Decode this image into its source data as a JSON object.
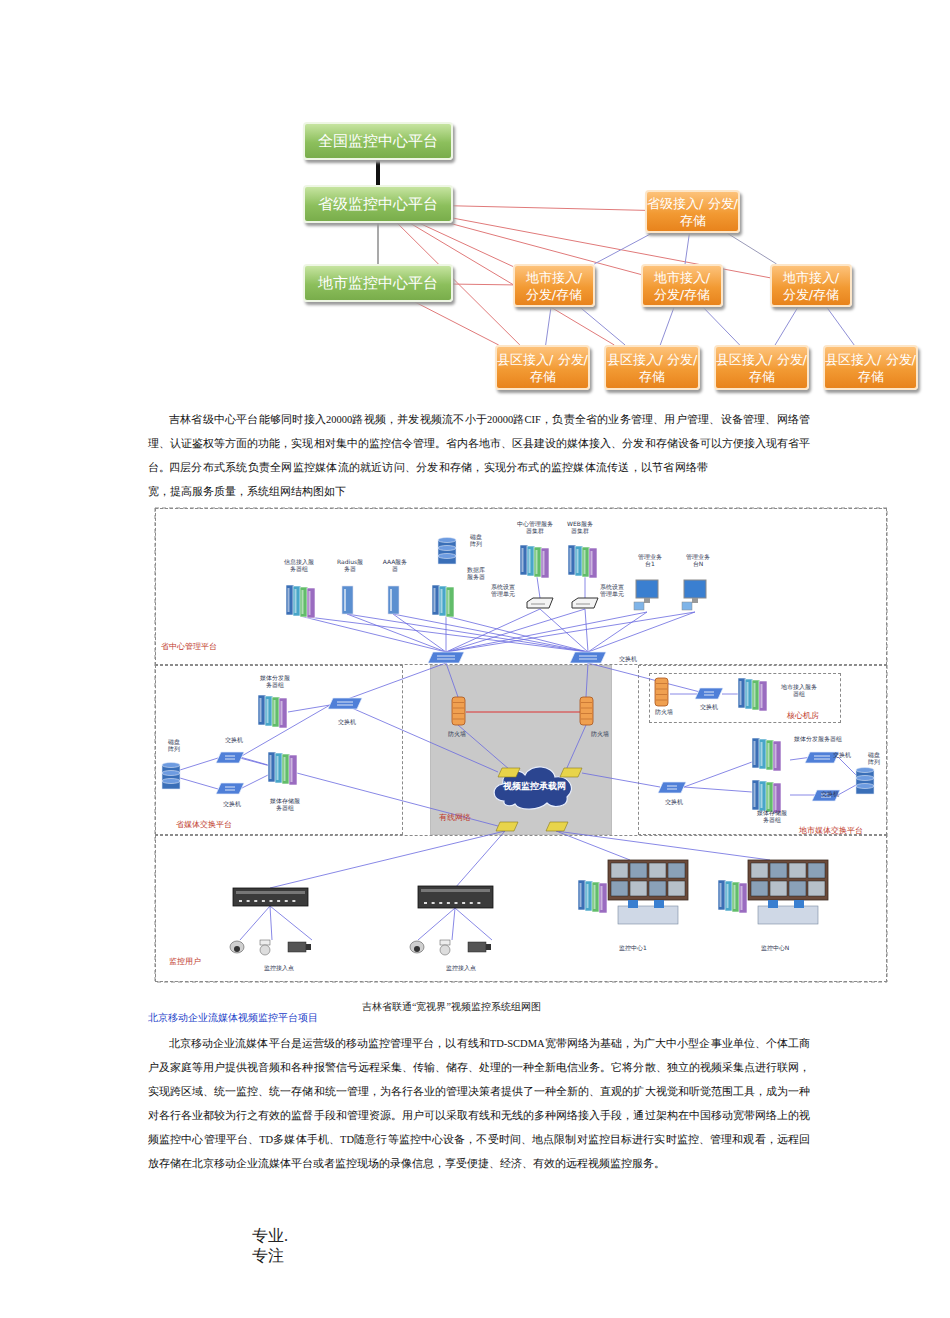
{
  "diagram": {
    "caption": "吉林省联通“宽视界”视频监控系统组网图",
    "nodes": [
      {
        "text": [
          "全国监控中心平台"
        ]
      },
      {
        "text": [
          "省级监控中心平台"
        ]
      },
      {
        "text": [
          "地市监控中心平台"
        ]
      },
      {
        "text": [
          "省级接入/ 分发/存储"
        ]
      },
      {
        "text": [
          "地市接入/ 分发/存储"
        ]
      },
      {
        "text": [
          "地市接入/ 分发/存储"
        ]
      },
      {
        "text": [
          "地市接入/ 分发/存储"
        ]
      },
      {
        "text": [
          "县区接入/ 分发/存储"
        ]
      },
      {
        "text": [
          "县区接入/ 分发/存储"
        ]
      },
      {
        "text": [
          "县区接入/ 分发/存储"
        ]
      },
      {
        "text": [
          "县区接入/ 分发/存储"
        ]
      },
      {
        "text": [
          "省中心管理平台"
        ]
      },
      {
        "text": [
          "省媒体交换平台"
        ]
      },
      {
        "text": [
          "有线网络"
        ]
      },
      {
        "text": [
          "视频监控承载网"
        ],
        "in": 13
      },
      {
        "text": [
          "地市媒体交换平台"
        ]
      },
      {
        "text": [
          "核心机房"
        ],
        "in": 15
      },
      {
        "text": [
          "监控用户"
        ]
      }
    ],
    "edges": [
      {
        "from": 0,
        "to": 1,
        "arrow": "none"
      },
      {
        "from": 1,
        "to": 2,
        "arrow": "none"
      },
      {
        "from": 1,
        "to": 3,
        "arrow": "none"
      },
      {
        "from": 1,
        "to": 4,
        "arrow": "none"
      },
      {
        "from": 1,
        "to": 5,
        "arrow": "none"
      },
      {
        "from": 1,
        "to": 6,
        "arrow": "none"
      },
      {
        "from": 1,
        "to": 7,
        "arrow": "none"
      },
      {
        "from": 1,
        "to": 8,
        "arrow": "none"
      },
      {
        "from": 2,
        "to": 4,
        "arrow": "none"
      },
      {
        "from": 2,
        "to": 7,
        "arrow": "none"
      },
      {
        "from": 3,
        "to": 4,
        "arrow": "none"
      },
      {
        "from": 3,
        "to": 5,
        "arrow": "none"
      },
      {
        "from": 3,
        "to": 6,
        "arrow": "none"
      },
      {
        "from": 4,
        "to": 7,
        "arrow": "none"
      },
      {
        "from": 4,
        "to": 8,
        "arrow": "none"
      },
      {
        "from": 5,
        "to": 8,
        "arrow": "none"
      },
      {
        "from": 5,
        "to": 9,
        "arrow": "none"
      },
      {
        "from": 6,
        "to": 9,
        "arrow": "none"
      },
      {
        "from": 6,
        "to": 10,
        "arrow": "none"
      }
    ],
    "labels": [
      "吉林省级中心平台能够同时接入20000路视频，并发视频流不小于20000路CIF，负责全省的业务管理、用户管理、设备管理、网络管理、认证鉴权等方面的功能，实现相对集中的监控信令管理。省内各地市、区县建设的媒体接入、分发和存储设备可以方便接入现有省平台。",
      "四层分布式系统负责全网监控媒体流的就近访问、分发和存储，实现分布式的监控媒体流传送，以节省网络带宽，提高服务质量，系统组网结构图如下",
      "信息接入服务器组",
      "Radius服务器",
      "AAA服务器",
      "磁盘阵列",
      "数据库服务器",
      "中心管理服务器集群",
      "WEB服务器集群",
      "系统设置管理单元",
      "系统设置管理单元",
      "管理业务台1",
      "管理业务台N",
      "交换机",
      "媒体分发服务器组",
      "交换机",
      "交换机",
      "磁盘阵列",
      "交换机",
      "媒体存储服务器组",
      "防火墙",
      "防火墙",
      "防火墙",
      "交换机",
      "地市接入服务器组",
      "媒体分发服务器组",
      "交换机",
      "磁盘阵列",
      "交换机",
      "交换机",
      "媒体存储服务器组",
      "监控接入点",
      "监控接入点",
      "监控中心1",
      "监控中心N",
      "北京移动企业流媒体视频监控平台项目",
      "北京移动企业流媒体平台是运营级的移动监控管理平台，以有线和TD-SCDMA宽带网络为基础，为广大中小型企事业单位、个体工商户及家庭等用户提供视音频和各种报警信号远程采集、传输、储存、处理的一种全新电信业务。它将分散、独立的视频采集点进行联网，实现跨区域、统一监控、统一存储和统一管理，为各行各业的管理决策者提供了一种全新的、直观的扩大视觉和听觉范围工具，成为一种对各行各业都较为行之有效的监督手段和管理资源。用户可以采取有线和无线的多种网络接入手段，通过架构在中国移动宽带网络上的视频监控中心管理平台、TD多媒体手机、TD随意行等监控中心设备，不受时间、地点限制对监控目标进行实时监控、管理和观看，远程回放存储在北京移动企业流媒体平台或者监控现场的录像信息，享受便捷、经济、有效的远程视频监控服务。",
      "专业. 专注"
    ]
  }
}
